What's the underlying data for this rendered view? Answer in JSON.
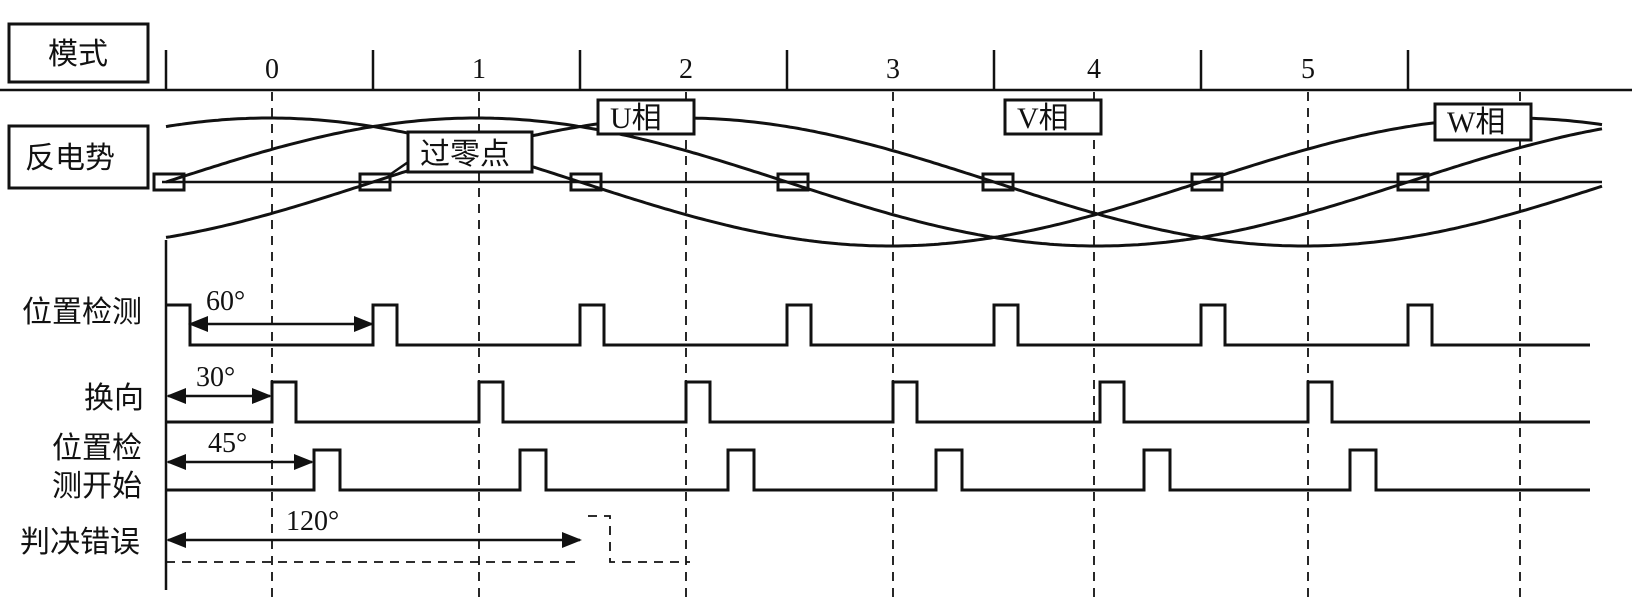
{
  "labels": {
    "mode": "模式",
    "back_emf": "反电势",
    "position_detect": "位置检测",
    "commutation": "换向",
    "detect_start_line1": "位置检",
    "detect_start_line2": "测开始",
    "decision_error": "判决错误"
  },
  "mode_numbers": [
    "0",
    "1",
    "2",
    "3",
    "4",
    "5"
  ],
  "phases": [
    "U相",
    "V相",
    "W相"
  ],
  "zero_cross_label": "过零点",
  "angles": {
    "a60": "60°",
    "a30": "30°",
    "a45": "45°",
    "a120": "120°"
  },
  "colors": {
    "ink": "#111111",
    "background": "#ffffff"
  }
}
